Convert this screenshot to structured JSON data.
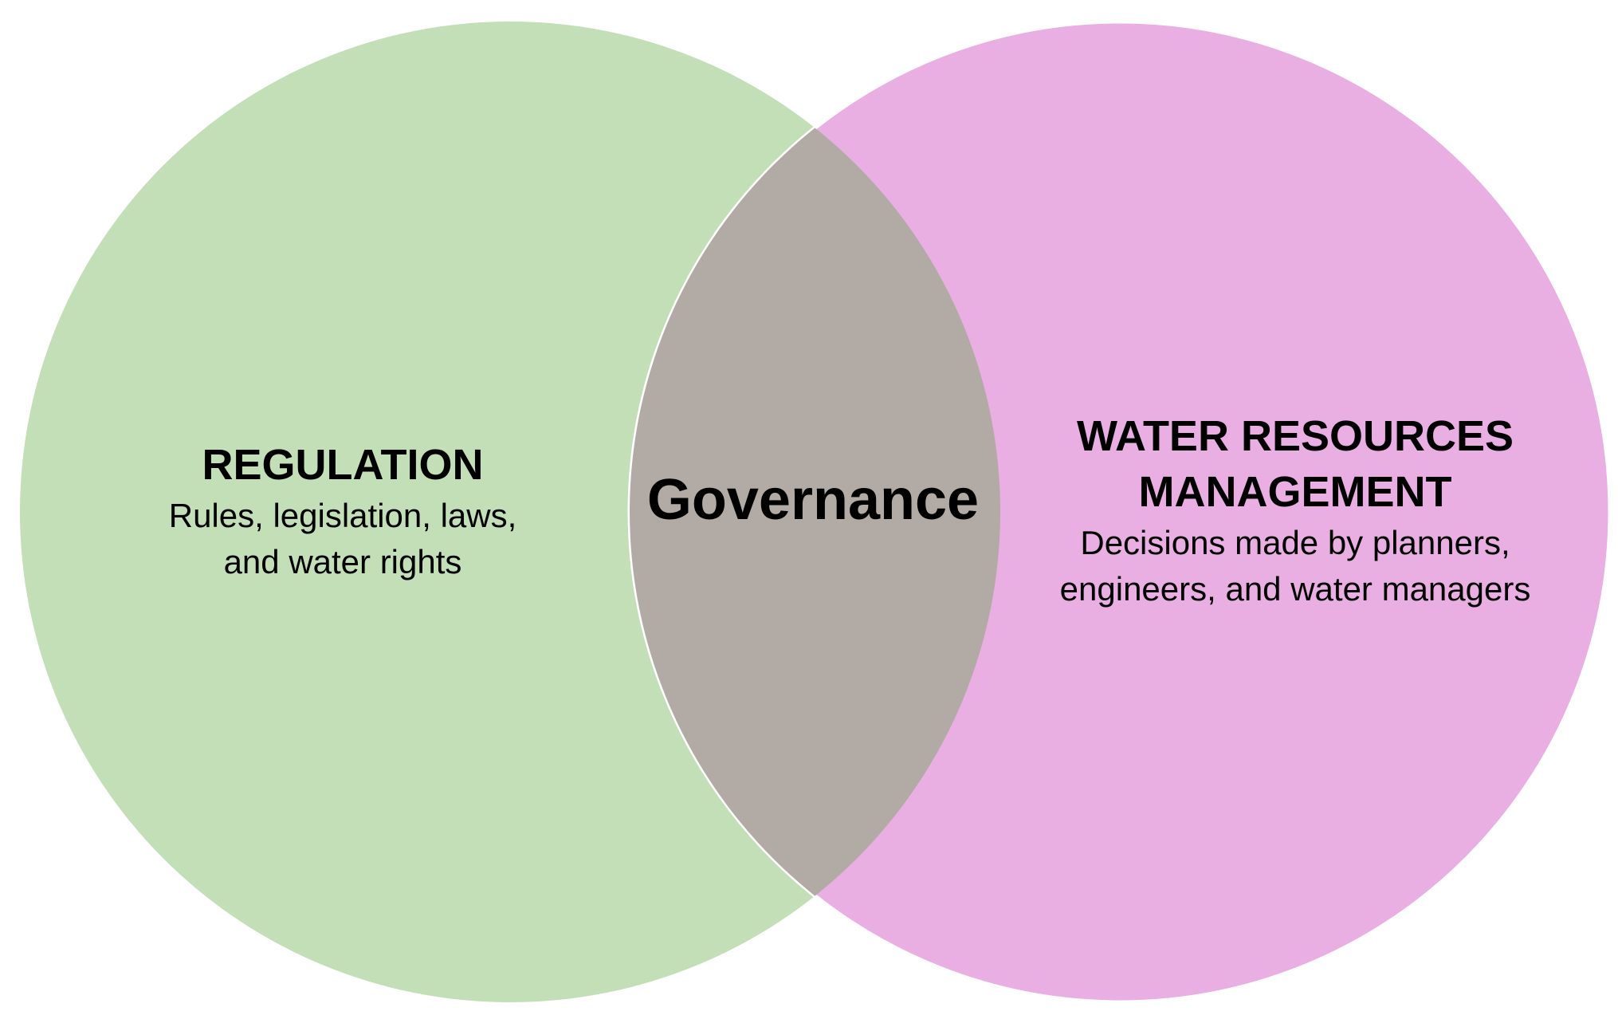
{
  "diagram": {
    "left_set": {
      "title": "REGULATION",
      "description": "Rules, legislation, laws,\nand water rights",
      "color": "#c2dfb7"
    },
    "right_set": {
      "title": "WATER RESOURCES\nMANAGEMENT",
      "description": "Decisions made by planners,\nengineers, and water managers",
      "color": "#e9aee2"
    },
    "intersection": {
      "title": "Governance",
      "color": "#b2aba5"
    }
  }
}
